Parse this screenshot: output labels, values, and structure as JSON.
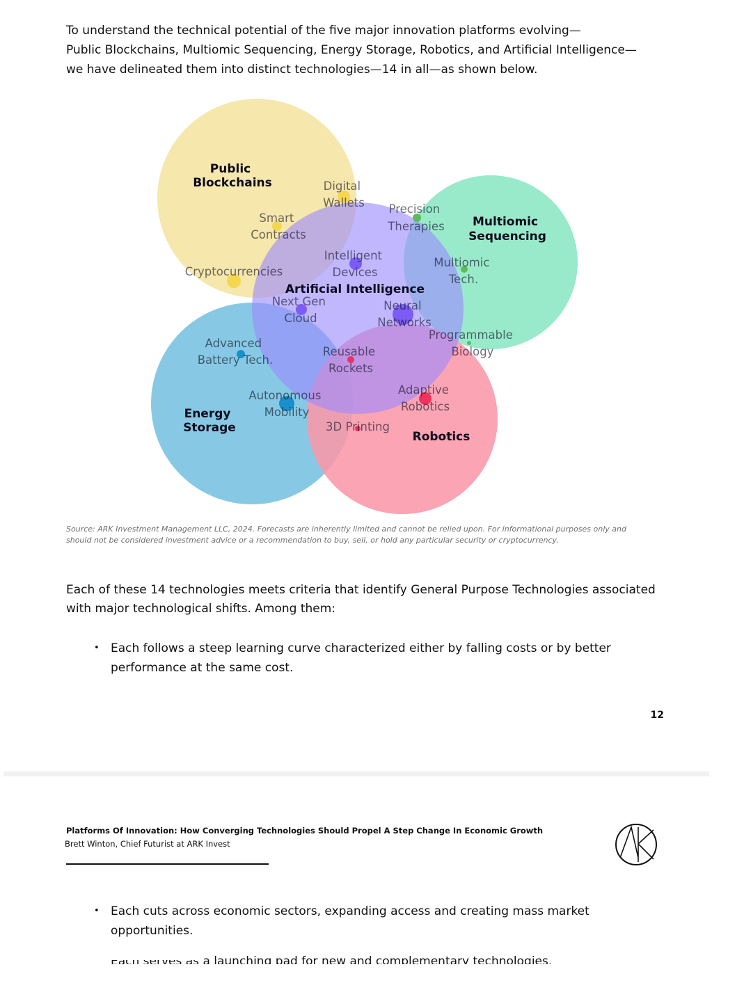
{
  "intro": {
    "line1": "To understand the technical potential of the five major innovation platforms evolving—",
    "line2": "Public Blockchains, Multiomic  Sequencing, Energy Storage, Robotics, and Artificial Intelligence—",
    "line3": "we have delineated them into distinct technologies—14 in all—as shown below."
  },
  "diagram": {
    "platforms": {
      "public_blockchains": [
        "Public",
        "Blockchains"
      ],
      "multiomic_sequencing": [
        "Multiomic",
        "Sequencing"
      ],
      "artificial_intelligence": "Artificial Intelligence",
      "energy_storage": [
        "Energy",
        "Storage"
      ],
      "robotics": "Robotics"
    },
    "platform_colors": {
      "public_blockchains": "#f5e6a8",
      "multiomic_sequencing": "#8ee8c4",
      "artificial_intelligence": "#a99bff",
      "energy_storage": "#7dc4e2",
      "robotics": "#fa97aa"
    },
    "technologies": {
      "digital_wallets": [
        "Digital",
        "Wallets"
      ],
      "smart_contracts": [
        "Smart",
        "Contracts"
      ],
      "cryptocurrencies": "Cryptocurrencies",
      "precision_therapies": [
        "Precision",
        "Therapies"
      ],
      "multiomic_tech": [
        "Multiomic",
        "Tech."
      ],
      "programmable_biology": [
        "Programmable",
        "Biology"
      ],
      "intelligent_devices": [
        "Intelligent",
        "Devices"
      ],
      "next_gen_cloud": [
        "Next Gen",
        "Cloud"
      ],
      "neural_networks": [
        "Neural",
        "Networks"
      ],
      "reusable_rockets": [
        "Reusable",
        "Rockets"
      ],
      "advanced_battery_tech": [
        "Advanced",
        "Battery Tech."
      ],
      "autonomous_mobility": [
        "Autonomous",
        "Mobility"
      ],
      "adaptive_robotics": [
        "Adaptive",
        "Robotics"
      ],
      "three_d_printing": "3D Printing"
    }
  },
  "source_note": {
    "line1": "Source: ARK Investment Management LLC, 2024. Forecasts are inherently limited and cannot be relied upon. For informational purposes only and",
    "line2": "should not be considered investment advice or a recommendation to buy, sell, or hold any particular security or cryptocurrency."
  },
  "body": {
    "para_line1": "Each of these 14 technologies meets criteria that identify General Purpose Technologies associated",
    "para_line2": "with major technological shifts. Among them:",
    "bullet1_line1": "Each follows a steep learning curve characterized either by falling costs or by better",
    "bullet1_line2": "performance at the same cost.",
    "bullet_char": "•"
  },
  "page_number": "12",
  "next_page": {
    "header_title": "Platforms Of Innovation: How Converging Technologies Should Propel A Step Change In Economic Growth",
    "header_author": "Brett Winton, Chief Futurist at ARK Invest",
    "bullet2_line1": "Each cuts across economic sectors, expanding access and creating mass market",
    "bullet2_line2": "opportunities.",
    "bullet3_partial": "Each serves as a launching pad for new and complementary technologies.",
    "logo_icon": "ark-logo-icon"
  }
}
